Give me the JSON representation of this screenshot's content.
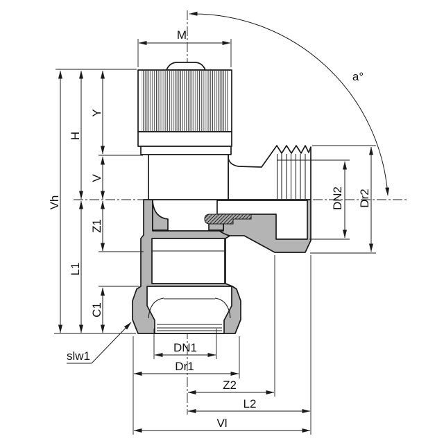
{
  "drawing": {
    "kind": "sectioned technical drawing of an angle valve / fitting",
    "colors": {
      "line": "#1a1a1a",
      "metal_section_fill": "#b4b4b4",
      "seal_fill": "#a8a8a8",
      "background": "#ffffff"
    }
  },
  "labels": {
    "m": "M",
    "a_deg": "a°",
    "y": "Y",
    "h": "H",
    "v": "V",
    "vh": "Vh",
    "z1": "Z1",
    "l1": "L1",
    "c1": "C1",
    "slw1": "slw1",
    "dn1": "DN1",
    "dr1": "Dr1",
    "z2": "Z2",
    "l2": "L2",
    "vl": "Vl",
    "dn2": "DN2",
    "dr2": "Dr2"
  }
}
